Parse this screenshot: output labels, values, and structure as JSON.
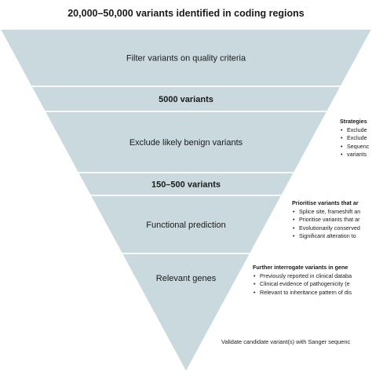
{
  "funnel": {
    "colors": {
      "stage_fill": "#c9d9dd",
      "divider": "#ffffff",
      "text": "#1a1a1a"
    },
    "stages": [
      {
        "kind": "count",
        "text": "20,000–50,000 variants identified in coding regions"
      },
      {
        "kind": "step",
        "text": "Filter variants on quality criteria"
      },
      {
        "kind": "count",
        "text": "5000 variants"
      },
      {
        "kind": "step",
        "text": "Exclude likely benign variants"
      },
      {
        "kind": "count",
        "text": "150–500 variants"
      },
      {
        "kind": "step",
        "text": "Functional prediction"
      },
      {
        "kind": "step",
        "text": "Relevant genes"
      }
    ]
  },
  "side_notes": [
    {
      "heading": "Strategies",
      "items": [
        "Exclude",
        "Exclude",
        "Sequenc",
        "variants"
      ]
    },
    {
      "heading": "Prioritise variants that ar",
      "items": [
        "Splice site, frameshift an",
        "Prioritise variants that ar",
        "Evolutionarily conserved",
        "Significant alteration to"
      ]
    },
    {
      "heading": "Further interrogate variants in gene",
      "items": [
        "Previously reported in clinical databa",
        "Clinical evidence of pathogenicity (e",
        "Relevant to inheritance pattern of dis"
      ]
    }
  ],
  "footer": {
    "text": "Validate candidate variant(s) with Sanger sequenc"
  }
}
